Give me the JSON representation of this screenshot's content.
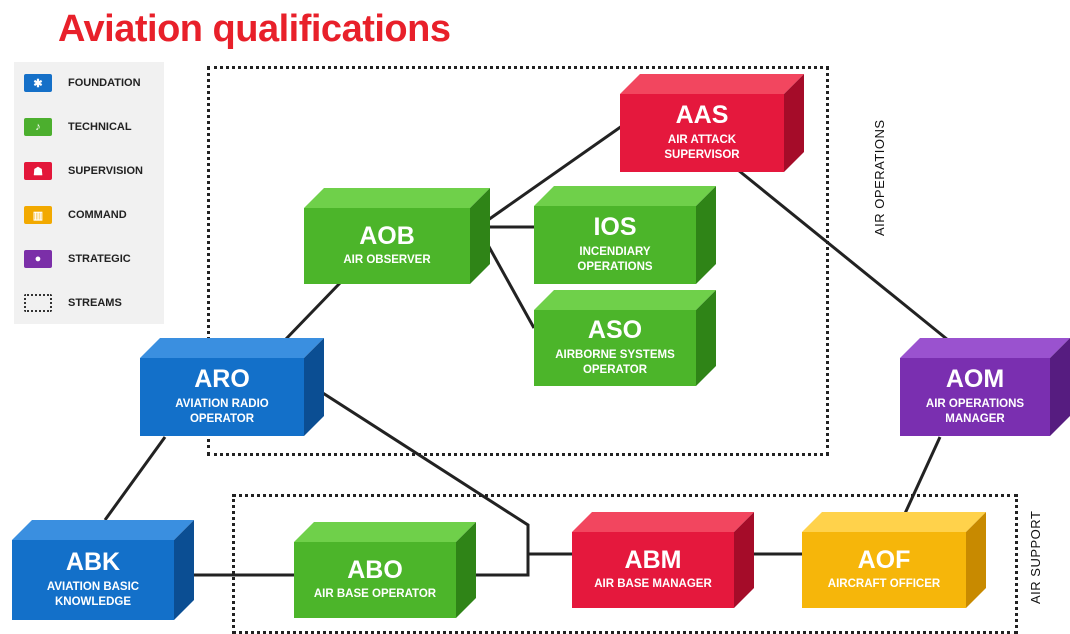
{
  "title": "Aviation qualifications",
  "legend": [
    {
      "key": "foundation",
      "label": "FOUNDATION",
      "color": "#1570c8",
      "icon": "puzzle-icon",
      "glyph": "✱"
    },
    {
      "key": "technical",
      "label": "TECHNICAL",
      "color": "#4caf2e",
      "icon": "wrench-icon",
      "glyph": "♪"
    },
    {
      "key": "supervision",
      "label": "SUPERVISION",
      "color": "#e3173a",
      "icon": "org-chart-icon",
      "glyph": "☗"
    },
    {
      "key": "command",
      "label": "COMMAND",
      "color": "#f2a900",
      "icon": "building-icon",
      "glyph": "▥"
    },
    {
      "key": "strategic",
      "label": "STRATEGIC",
      "color": "#7b2fa8",
      "icon": "head-icon",
      "glyph": "●"
    },
    {
      "key": "streams",
      "label": "STREAMS",
      "color": "",
      "icon": "dotted-box-icon",
      "glyph": ""
    }
  ],
  "streams": {
    "air_operations": "AIR OPERATIONS",
    "air_support": "AIR SUPPORT"
  },
  "colors": {
    "foundation": {
      "front": "#1370c9",
      "top": "#3a8fe0",
      "side": "#0b4e93"
    },
    "technical": {
      "front": "#4cb52a",
      "top": "#6fd04a",
      "side": "#2f8417"
    },
    "supervision": {
      "front": "#e5183d",
      "top": "#f2465f",
      "side": "#a50c29"
    },
    "command": {
      "front": "#f6b60a",
      "top": "#ffd24b",
      "side": "#c88a00"
    },
    "strategic": {
      "front": "#7a2fb0",
      "top": "#9a52cf",
      "side": "#561c80"
    }
  },
  "boxes": {
    "aas": {
      "abbr": "AAS",
      "name": "AIR ATTACK\nSUPERVISOR",
      "cat": "supervision"
    },
    "aob": {
      "abbr": "AOB",
      "name": "AIR OBSERVER",
      "cat": "technical"
    },
    "ios": {
      "abbr": "IOS",
      "name": "INCENDIARY\nOPERATIONS",
      "cat": "technical"
    },
    "aso": {
      "abbr": "ASO",
      "name": "AIRBORNE SYSTEMS\nOPERATOR",
      "cat": "technical"
    },
    "aro": {
      "abbr": "ARO",
      "name": "AVIATION RADIO\nOPERATOR",
      "cat": "foundation"
    },
    "aom": {
      "abbr": "AOM",
      "name": "AIR OPERATIONS\nMANAGER",
      "cat": "strategic"
    },
    "abk": {
      "abbr": "ABK",
      "name": "AVIATION BASIC\nKNOWLEDGE",
      "cat": "foundation"
    },
    "abo": {
      "abbr": "ABO",
      "name": "AIR BASE OPERATOR",
      "cat": "technical"
    },
    "abm": {
      "abbr": "ABM",
      "name": "AIR BASE MANAGER",
      "cat": "supervision"
    },
    "aof": {
      "abbr": "AOF",
      "name": "AIRCRAFT OFFICER",
      "cat": "command"
    }
  },
  "edges": [
    [
      "aob",
      "aas"
    ],
    [
      "aob",
      "ios"
    ],
    [
      "aob",
      "aso"
    ],
    [
      "aro",
      "aob"
    ],
    [
      "aas",
      "aom"
    ],
    [
      "aro",
      "abk"
    ],
    [
      "aro",
      "abm"
    ],
    [
      "abk",
      "abo"
    ],
    [
      "abo",
      "abm"
    ],
    [
      "abm",
      "aof"
    ],
    [
      "aof",
      "aom"
    ]
  ]
}
